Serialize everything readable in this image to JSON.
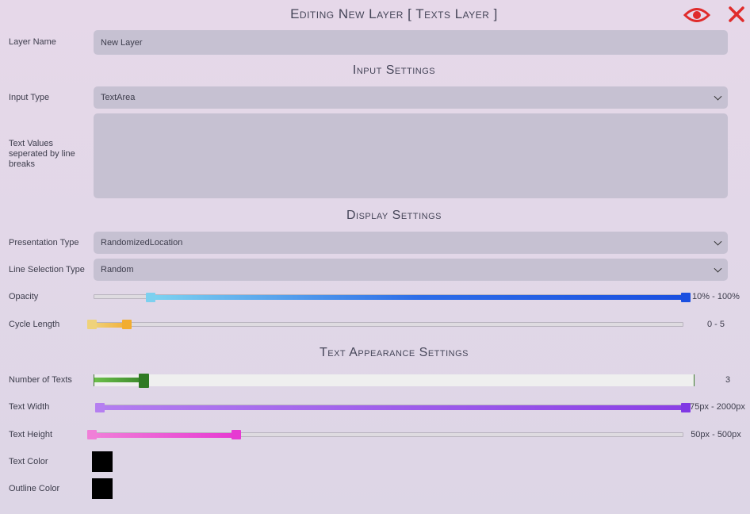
{
  "header": {
    "title": "Editing New Layer [ Texts Layer ]",
    "visibility_icon": "eye-icon",
    "close_icon": "close-icon",
    "icon_color": "#e02b2b"
  },
  "layer_name": {
    "label": "Layer Name",
    "value": "New Layer"
  },
  "input_settings": {
    "title": "Input Settings",
    "input_type": {
      "label": "Input Type",
      "value": "TextArea"
    },
    "text_values": {
      "label": "Text Values seperated by line breaks",
      "value": ""
    }
  },
  "display_settings": {
    "title": "Display Settings",
    "presentation_type": {
      "label": "Presentation Type",
      "value": "RandomizedLocation"
    },
    "line_selection_type": {
      "label": "Line Selection Type",
      "value": "Random"
    },
    "opacity": {
      "label": "Opacity",
      "value_text": "10% - 100%",
      "min": 0.1,
      "max": 1.0
    },
    "cycle_length": {
      "label": "Cycle Length",
      "value_text": "0 - 5",
      "min": 0,
      "max": 5,
      "range": [
        0,
        100
      ]
    }
  },
  "text_appearance": {
    "title": "Text Appearance Settings",
    "number_of_texts": {
      "label": "Number of Texts",
      "value_text": "3",
      "value": 3
    },
    "text_width": {
      "label": "Text Width",
      "value_text": "75px - 2000px"
    },
    "text_height": {
      "label": "Text Height",
      "value_text": "50px - 500px"
    },
    "text_color": {
      "label": "Text Color",
      "color": "#000000"
    },
    "outline_color": {
      "label": "Outline Color",
      "color": "#000000"
    }
  }
}
